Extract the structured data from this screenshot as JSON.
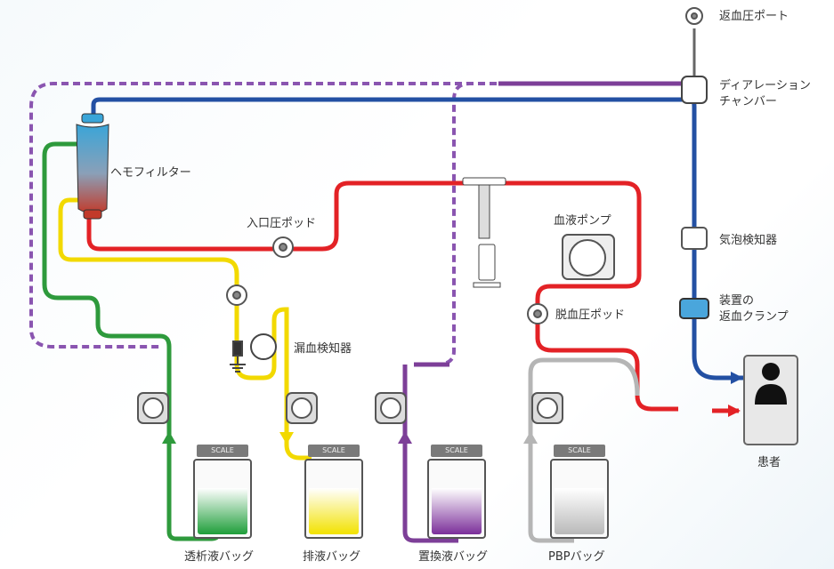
{
  "labels": {
    "return_pressure_port": "返血圧ポート",
    "deaeration_chamber_line1": "ディアレーション",
    "deaeration_chamber_line2": "チャンバー",
    "hemofilter": "ヘモフィルター",
    "inlet_pressure_pod": "入口圧ポッド",
    "blood_pump": "血液ポンプ",
    "air_detector": "気泡検知器",
    "return_clamp_line1": "装置の",
    "return_clamp_line2": "返血クランプ",
    "prefilter_pressure_pod": "脱血圧ポッド",
    "blood_leak_detector": "漏血検知器",
    "patient": "患者"
  },
  "bags": {
    "dialysate": {
      "label": "透析液バッグ",
      "scale": "SCALE",
      "color": "#1f9e3a"
    },
    "effluent": {
      "label": "排液バッグ",
      "scale": "SCALE",
      "color": "#f2e200"
    },
    "replacement": {
      "label": "置換液バッグ",
      "scale": "SCALE",
      "color": "#7b2f9a"
    },
    "pbp": {
      "label": "PBPバッグ",
      "scale": "SCALE",
      "color": "#b9b9b9"
    }
  },
  "line_colors": {
    "blood_out": "#e32226",
    "blood_return": "#2350a3",
    "dialysate": "#2e9a3c",
    "effluent": "#f2d900",
    "replacement": "#7d3f98",
    "pbp": "#b5b5b5"
  }
}
